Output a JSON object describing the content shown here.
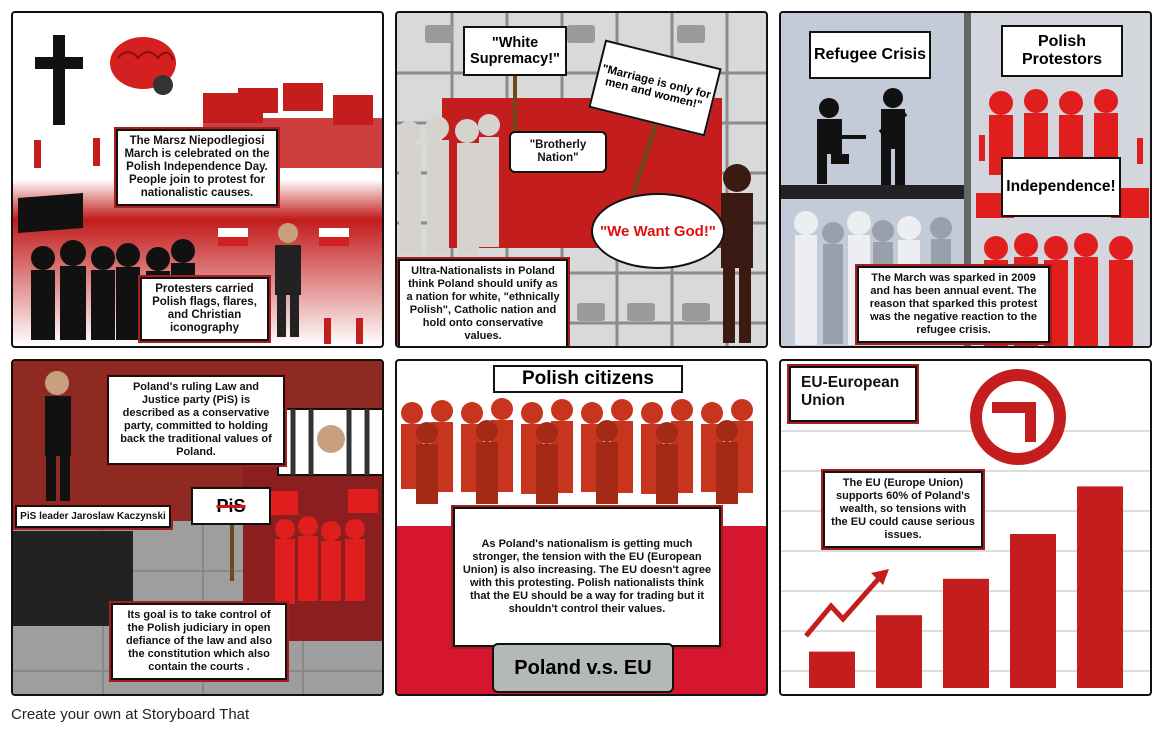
{
  "panel1": {
    "caption_main": "The Marsz Niepodlegiosi March is celebrated on the Polish Independence Day. People join to protest for nationalistic causes.",
    "caption_sub": "Protesters carried Polish flags, flares, and Christian iconography",
    "icons": [
      "cross-icon",
      "brain-icon",
      "flare-icon",
      "flag-icon"
    ]
  },
  "panel2": {
    "sign_white": "\"White Supremacy!\"",
    "sign_marriage": "\"Marriage is only for men and women!\"",
    "bubble_brotherly": "\"Brotherly Nation\"",
    "bubble_god": "\"We Want God!\"",
    "caption": "Ultra-Nationalists in Poland think Poland should unify as a nation for white, \"ethnically Polish\", Catholic nation and hold onto conservative values."
  },
  "panel3": {
    "title_left": "Refugee Crisis",
    "title_right": "Polish Protestors",
    "sign_independence": "Independence!",
    "caption": "The March was sparked in 2009 and has been annual event. The reason that sparked this protest was the negative reaction to the refugee crisis."
  },
  "panel4": {
    "caption_top": "Poland's ruling Law and Justice party (PiS) is described as a conservative party, committed to holding back the traditional values of Poland.",
    "leader_label": "PiS leader Jaroslaw Kaczynski",
    "sign_pis": "PiS",
    "caption_bottom": "Its goal is to take control of the Polish judiciary in open defiance of the law and also the constitution which also contain the courts ."
  },
  "panel5": {
    "title": "Polish citizens",
    "caption": "As Poland's nationalism is getting much stronger, the tension with the EU (European Union) is also increasing. The EU doesn't agree with this protesting. Polish nationalists think that the EU should be a way for trading but it shouldn't control their values.",
    "banner": "Poland v.s. EU"
  },
  "panel6": {
    "title": "EU-European Union",
    "caption": "The EU (Europe Union) supports 60% of Poland's wealth, so tensions with the EU could cause serious issues.",
    "bars_relative": [
      0.26,
      0.52,
      0.78,
      1.1,
      1.44
    ]
  },
  "footer": "Create your own at Storyboard That",
  "colors": {
    "red": "#c21b1b",
    "dark_red": "#8f2a22",
    "silhouette": "#111111"
  }
}
